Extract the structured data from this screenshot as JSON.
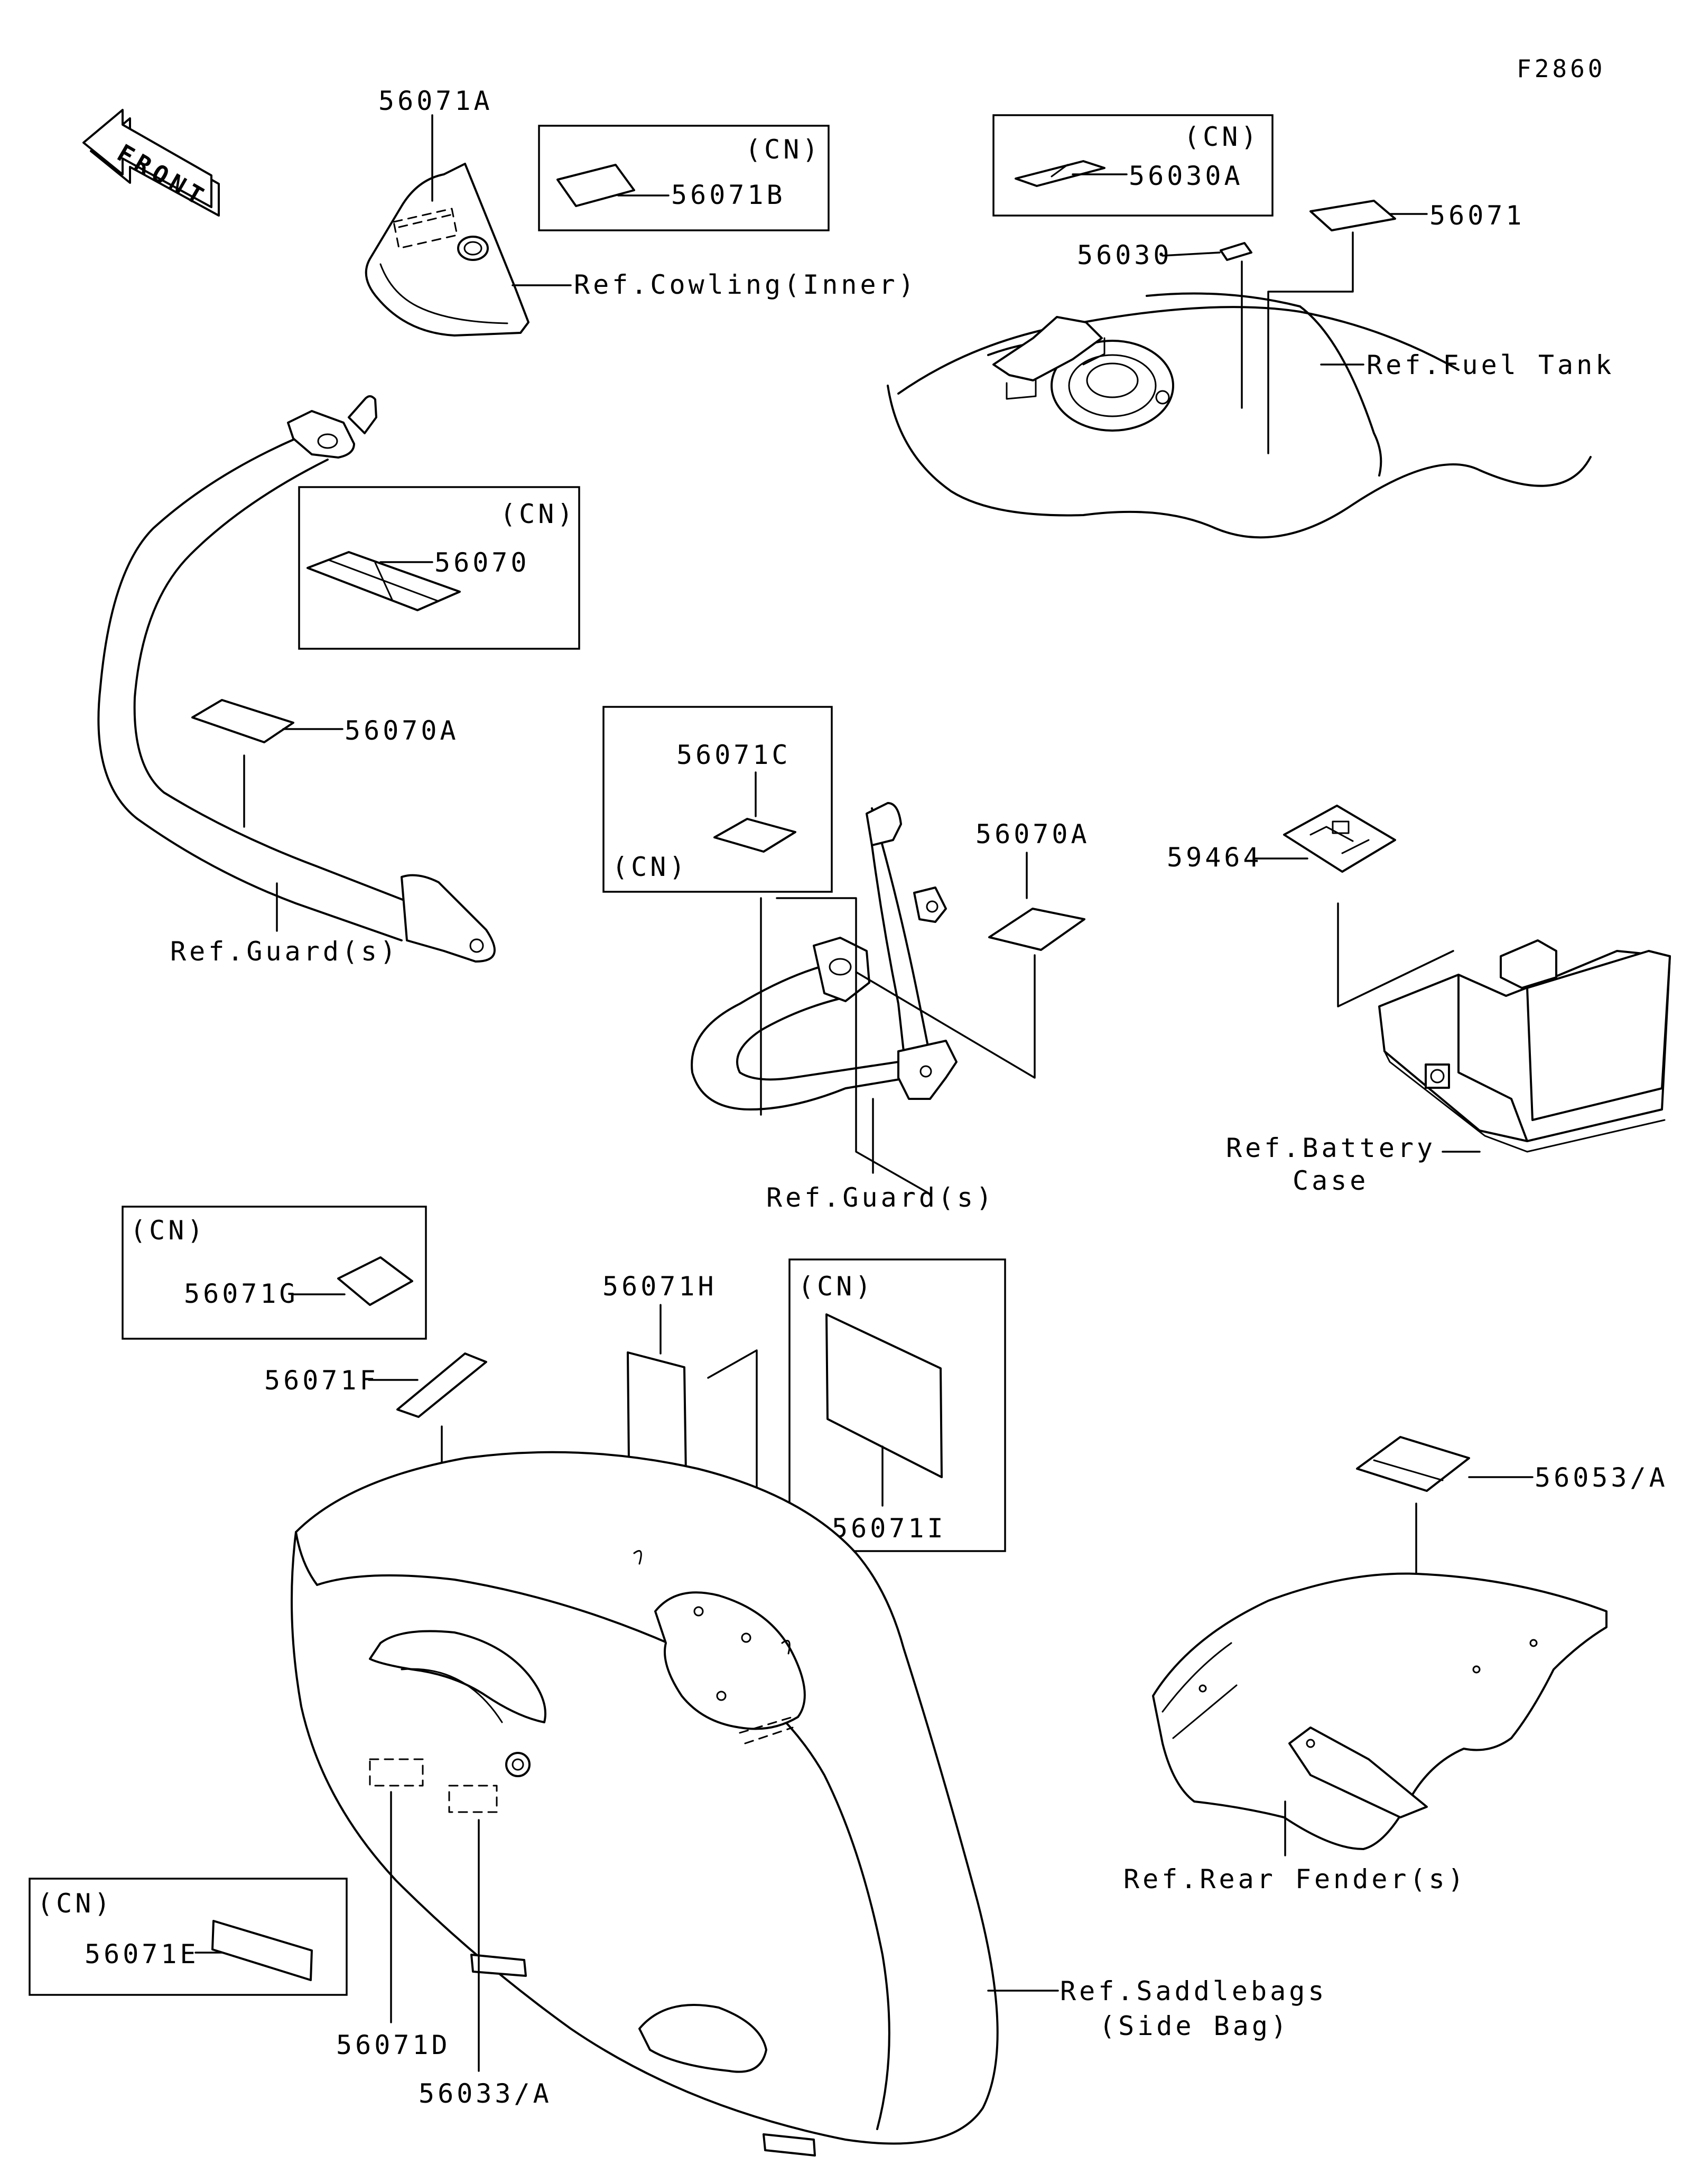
{
  "figure_code": "F2860",
  "front_arrow": {
    "label": "FRONT"
  },
  "region_tag": "(CN)",
  "part_numbers": {
    "p56071A": "56071A",
    "p56071B": "56071B",
    "p56030A": "56030A",
    "p56030": "56030",
    "p56071": "56071",
    "p56070": "56070",
    "p56070A_left": "56070A",
    "p56071C": "56071C",
    "p56070A_center": "56070A",
    "p59464": "59464",
    "p56071G": "56071G",
    "p56071F": "56071F",
    "p56071H": "56071H",
    "p56071I": "56071I",
    "p56053A": "56053/A",
    "p56071E": "56071E",
    "p56071D": "56071D",
    "p56033A": "56033/A"
  },
  "references": {
    "cowling": "Ref.Cowling(Inner)",
    "fuel_tank": "Ref.Fuel Tank",
    "guard_left": "Ref.Guard(s)",
    "guard_center": "Ref.Guard(s)",
    "battery_line1": "Ref.Battery",
    "battery_line2": "Case",
    "rear_fender": "Ref.Rear Fender(s)",
    "saddlebags_line1": "Ref.Saddlebags",
    "saddlebags_line2": "(Side Bag)"
  }
}
